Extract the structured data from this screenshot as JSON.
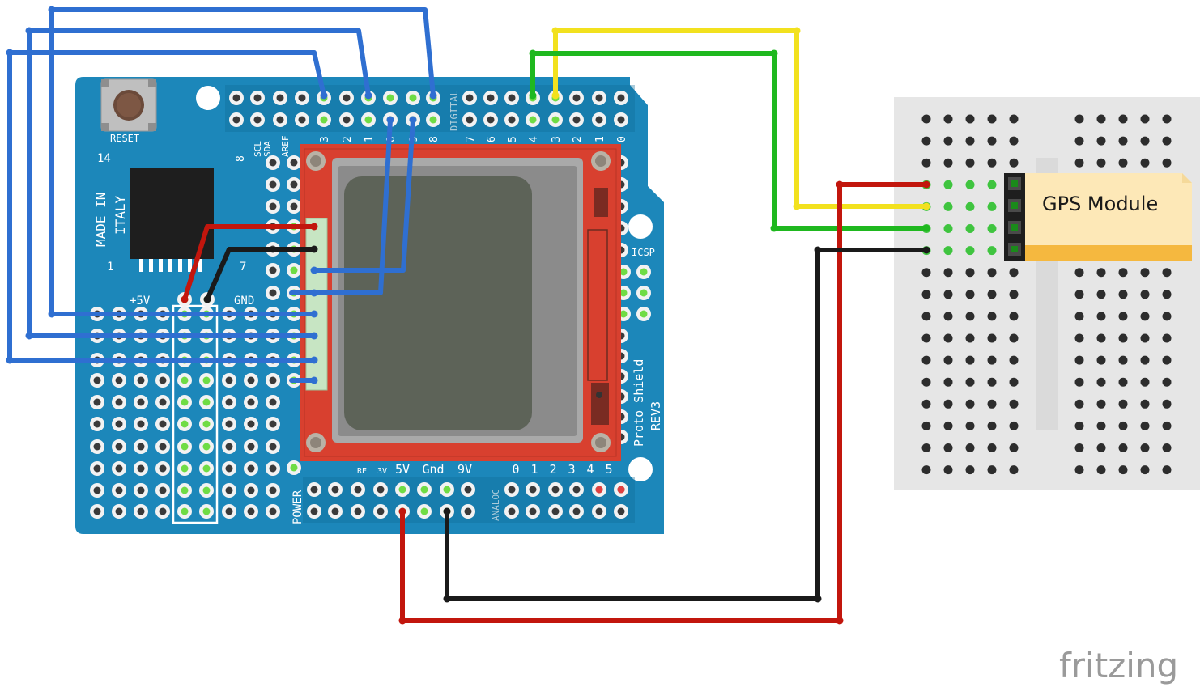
{
  "colors": {
    "board": "#1c87ba",
    "board_dark": "#0f6a95",
    "lcd_pcb": "#d8402f",
    "lcd_screen": "#5d6358",
    "wire_blue": "#2f6fd1",
    "wire_red": "#c2160d",
    "wire_black": "#1a1a1a",
    "wire_yellow": "#f2e11e",
    "wire_green": "#1fb81f",
    "breadboard": "#e6e6e6",
    "gps_note": "#fde8b7",
    "gps_note_band": "#f5b83f"
  },
  "shield": {
    "reset_label": "RESET",
    "made_in": "MADE IN",
    "italy": "ITALY",
    "digital_label": "DIGITAL",
    "digital_pins": [
      "3",
      "2",
      "1",
      "0",
      "9",
      "8",
      "7",
      "6",
      "5",
      "4",
      "3",
      "2",
      "1",
      "0"
    ],
    "aref_label": "AREF",
    "scl_label": "SCL",
    "sda_label": "SDA",
    "pin8_label": "8",
    "pin14_label": "14",
    "pin1_label": "1",
    "pin7_label": "7",
    "plus5v_label": "+5V",
    "gnd_label": "GND",
    "icsp_label": "ICSP",
    "proto_shield": "Proto Shield",
    "rev": "REV3",
    "power_label": "POWER",
    "analog_label": "ANALOG",
    "power_pins": [
      "RE",
      "3V",
      "5V",
      "Gnd",
      "9V"
    ],
    "analog_pins": [
      "0",
      "1",
      "2",
      "3",
      "4",
      "5"
    ]
  },
  "gps": {
    "label": "GPS Module"
  },
  "branding": {
    "logo": "fritzing"
  },
  "icons": [
    "reset-button-icon",
    "chip-icon",
    "lcd-screen-icon",
    "breadboard-icon",
    "gps-module-icon",
    "fritzing-logo-icon"
  ]
}
